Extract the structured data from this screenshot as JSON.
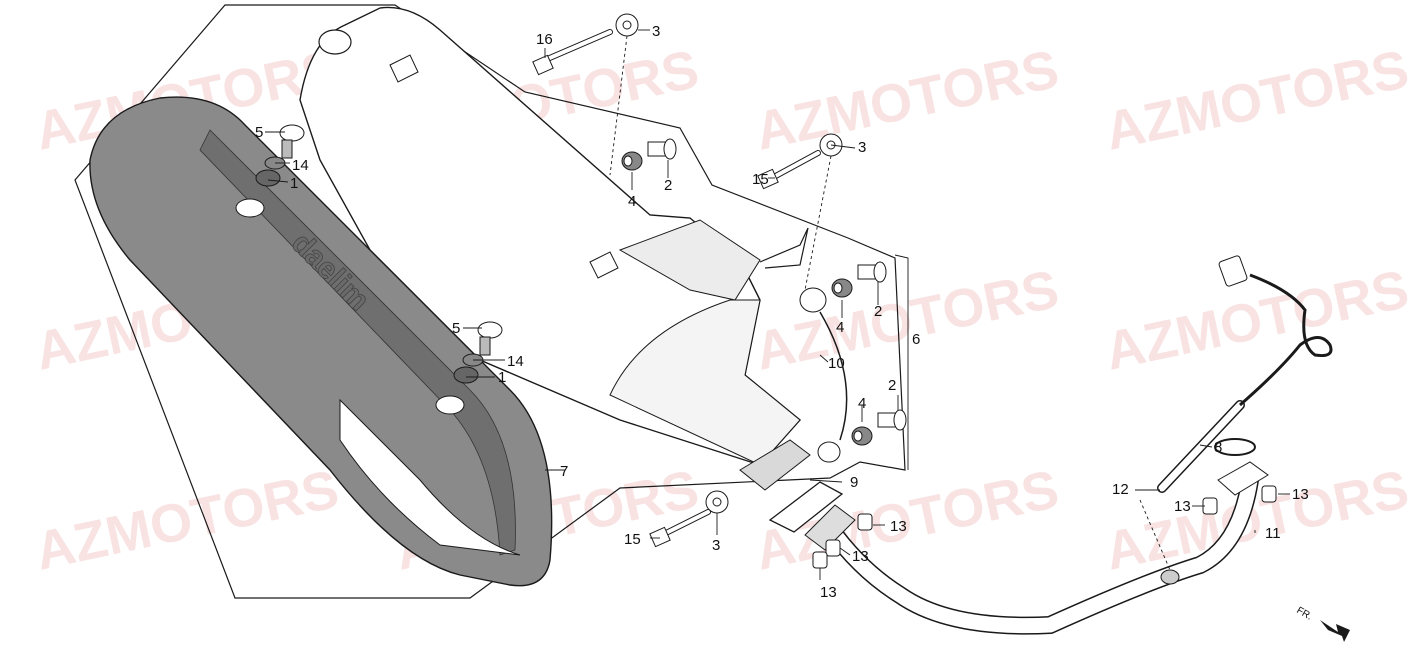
{
  "watermark": "AZMOTORS",
  "direction_label": "FR.",
  "shield_brand": "daelim",
  "callouts": {
    "c16": "16",
    "c3_top": "3",
    "c3_mid": "3",
    "c3_bot": "3",
    "c2_top": "2",
    "c2_mid": "2",
    "c2_bot": "2",
    "c4_top": "4",
    "c4_mid": "4",
    "c4_bot": "4",
    "c15_top": "15",
    "c15_bot": "15",
    "c5_top": "5",
    "c14_top": "14",
    "c1_top": "1",
    "c5_bot": "5",
    "c14_bot": "14",
    "c1_bot": "1",
    "c6": "6",
    "c7": "7",
    "c8": "8",
    "c9": "9",
    "c10": "10",
    "c11": "11",
    "c12": "12",
    "c13_a": "13",
    "c13_b": "13",
    "c13_c": "13",
    "c13_d": "13",
    "c13_e": "13"
  },
  "colors": {
    "line": "#1a1a1a",
    "shield_fill": "#8a8a8a",
    "shield_dark": "#6f6f6f",
    "muffler_fill": "#ffffff",
    "watermark": "#f0c2c2"
  }
}
